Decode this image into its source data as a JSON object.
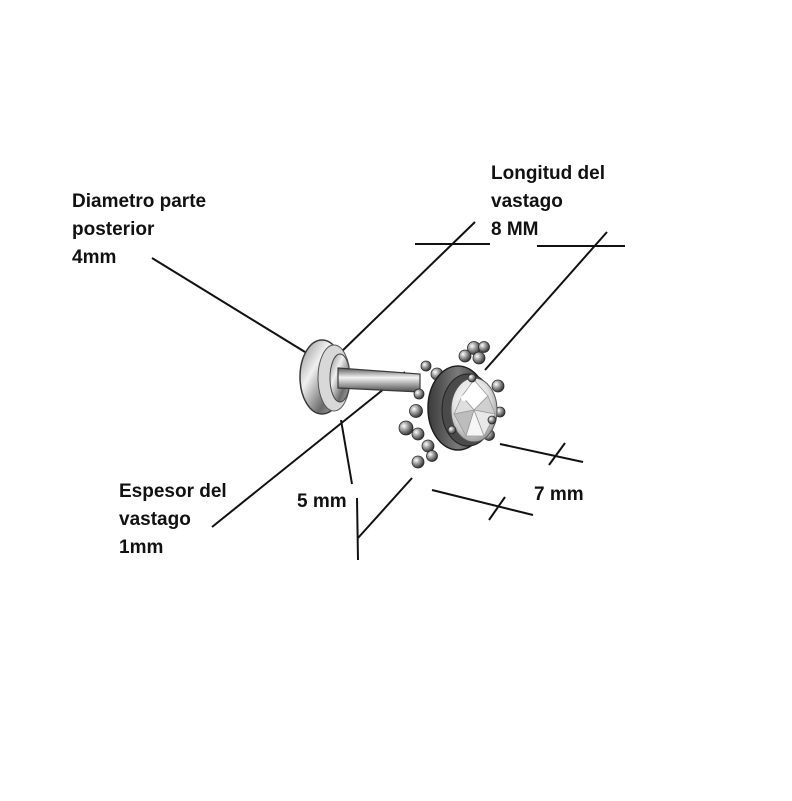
{
  "annotations": {
    "back_diameter": {
      "line1": "Diametro parte",
      "line2": "posterior",
      "line3": "4mm"
    },
    "shaft_length": {
      "line1": "Longitud del",
      "line2": "vastago",
      "line3": "8 MM"
    },
    "shaft_thickness": {
      "line1": "Espesor del",
      "line2": "vastago",
      "line3": "1mm"
    },
    "top_height": {
      "text": "5 mm"
    },
    "top_width": {
      "text": "7 mm"
    }
  },
  "colors": {
    "ink": "#111111",
    "metal_dark": "#3a3a3a",
    "metal_light": "#e6e6e6",
    "crystal": "#f2f2f2"
  },
  "icons": [
    "labret-piercing-illustration"
  ]
}
